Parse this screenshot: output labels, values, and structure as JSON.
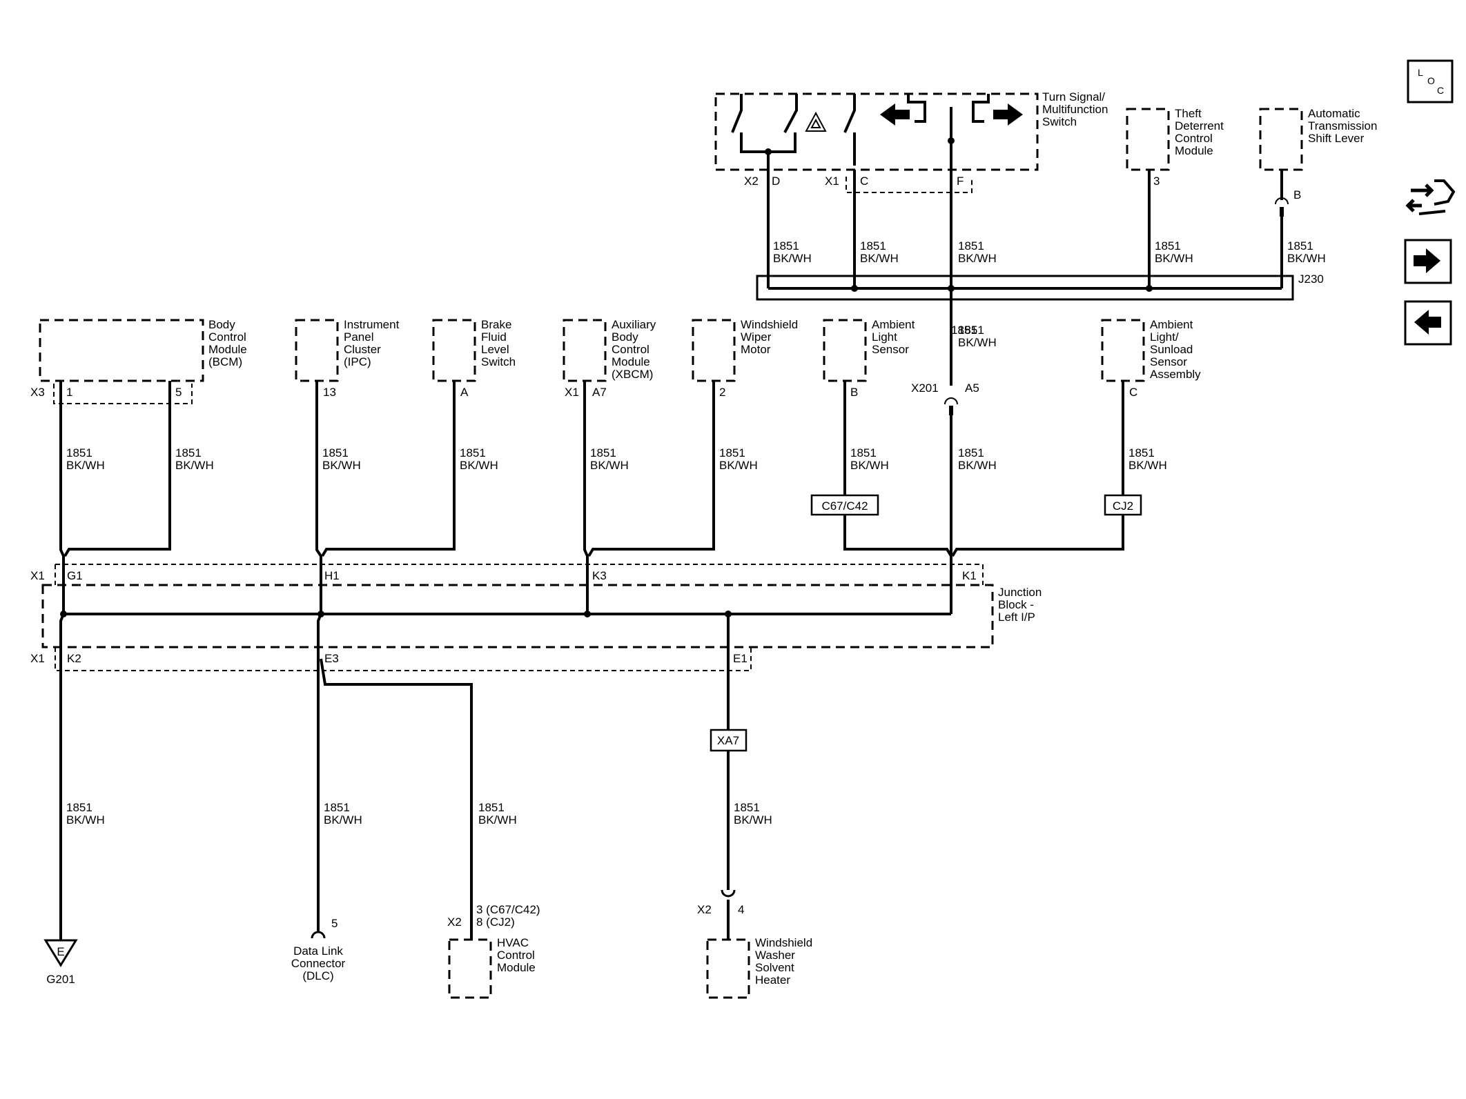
{
  "wire": {
    "circuit": "1851",
    "color": "BK/WH"
  },
  "turn_signal_switch": {
    "name": [
      "Turn Signal/",
      "Multifunction",
      "Switch"
    ],
    "conn_x2": "X2",
    "pin_d": "D",
    "conn_x1": "X1",
    "pin_c": "C",
    "pin_f": "F"
  },
  "theft_module": {
    "name": [
      "Theft",
      "Deterrent",
      "Control",
      "Module"
    ],
    "pin": "3"
  },
  "shift_lever": {
    "name": [
      "Automatic",
      "Transmission",
      "Shift Lever"
    ],
    "pin": "B"
  },
  "splice": {
    "j230": "J230"
  },
  "bcm": {
    "name": [
      "Body",
      "Control",
      "Module",
      "(BCM)"
    ],
    "conn": "X3",
    "pin1": "1",
    "pin2": "5"
  },
  "ipc": {
    "name": [
      "Instrument",
      "Panel",
      "Cluster",
      "(IPC)"
    ],
    "pin": "13"
  },
  "brake_switch": {
    "name": [
      "Brake",
      "Fluid",
      "Level",
      "Switch"
    ],
    "pin": "A"
  },
  "xbcm": {
    "name": [
      "Auxiliary",
      "Body",
      "Control",
      "Module",
      "(XBCM)"
    ],
    "conn": "X1",
    "pin": "A7"
  },
  "wiper_motor": {
    "name": [
      "Windshield",
      "Wiper",
      "Motor"
    ],
    "pin": "2"
  },
  "ambient_light": {
    "name": [
      "Ambient",
      "Light",
      "Sensor"
    ],
    "pin": "B",
    "option": "C67/C42"
  },
  "ambient_sunload": {
    "name": [
      "Ambient",
      "Light/",
      "Sunload",
      "Sensor",
      "Assembly"
    ],
    "pin": "C",
    "option": "CJ2"
  },
  "inline_x201": {
    "conn": "X201",
    "pin": "A5"
  },
  "junction_block": {
    "name": [
      "Junction",
      "Block -",
      "Left I/P"
    ],
    "top_conn": "X1",
    "pin_g1": "G1",
    "pin_h1": "H1",
    "pin_k3": "K3",
    "pin_k1": "K1",
    "bottom_conn": "X1",
    "pin_k2": "K2",
    "pin_e3": "E3",
    "pin_e1": "E1"
  },
  "ground": {
    "symbol": "E",
    "name": "G201"
  },
  "dlc": {
    "pin": "5",
    "name": [
      "Data Link",
      "Connector",
      "(DLC)"
    ]
  },
  "hvac": {
    "conn": "X2",
    "pin_a": "3 (C67/C42)",
    "pin_b": "8 (CJ2)",
    "name": [
      "HVAC",
      "Control",
      "Module"
    ]
  },
  "washer_heater": {
    "option": "XA7",
    "conn": "X2",
    "pin": "4",
    "name": [
      "Windshield",
      "Washer",
      "Solvent",
      "Heater"
    ]
  },
  "nav": {
    "loc_l": "L",
    "loc_o": "O",
    "loc_c": "C"
  }
}
